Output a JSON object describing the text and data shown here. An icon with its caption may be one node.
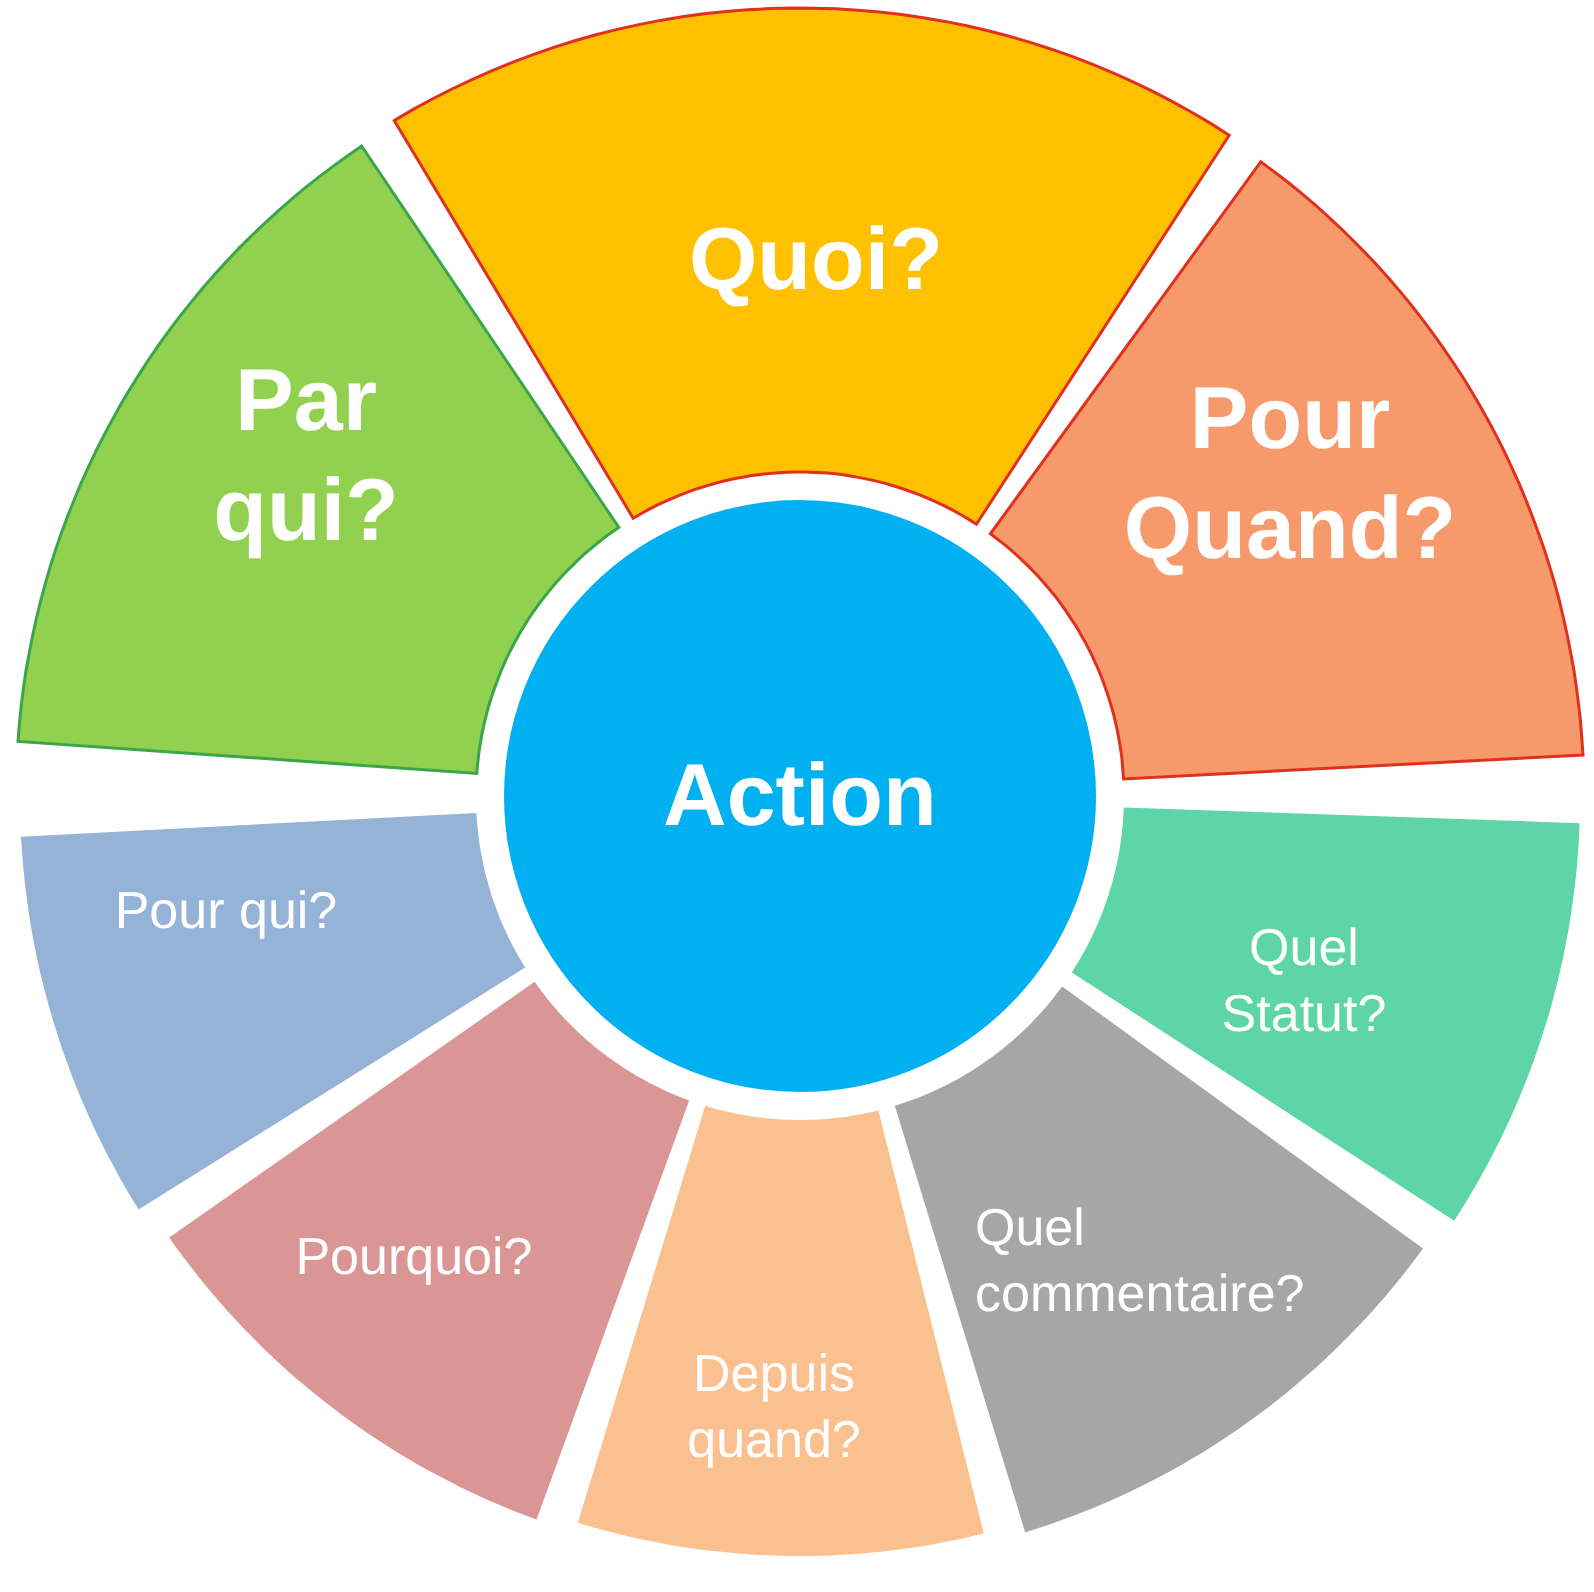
{
  "diagram": {
    "nodes": [
      {
        "text": [
          "Par qui?"
        ]
      },
      {
        "text": [
          "Quoi?"
        ]
      },
      {
        "text": [
          "Pour Quand?"
        ]
      },
      {
        "text": [
          "Action"
        ]
      },
      {
        "text": [
          "Pour qui?"
        ]
      },
      {
        "text": [
          "Quel Statut?"
        ]
      },
      {
        "text": [
          "Pourquoi?"
        ]
      },
      {
        "text": [
          "Quel commentaire?"
        ]
      },
      {
        "text": [
          "Depuis quand?"
        ]
      }
    ]
  }
}
